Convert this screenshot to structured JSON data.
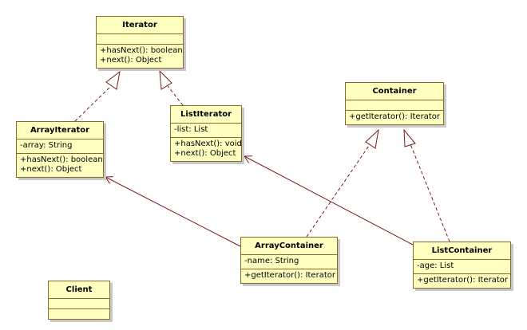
{
  "classes": {
    "iterator": {
      "name": "Iterator",
      "attributes": [],
      "methods": [
        "+hasNext(): boolean",
        "+next(): Object"
      ]
    },
    "array_iterator": {
      "name": "ArrayIterator",
      "attributes": [
        "-array: String"
      ],
      "methods": [
        "+hasNext(): boolean",
        "+next(): Object"
      ]
    },
    "list_iterator": {
      "name": "ListIterator",
      "attributes": [
        "-list: List"
      ],
      "methods": [
        "+hasNext(): void",
        "+next(): Object"
      ]
    },
    "container": {
      "name": "Container",
      "attributes": [],
      "methods": [
        "+getIterator(): Iterator"
      ]
    },
    "array_container": {
      "name": "ArrayContainer",
      "attributes": [
        "-name: String"
      ],
      "methods": [
        "+getIterator(): Iterator"
      ]
    },
    "list_container": {
      "name": "ListContainer",
      "attributes": [
        "-age: List"
      ],
      "methods": [
        "+getIterator(): Iterator"
      ]
    },
    "client": {
      "name": "Client",
      "attributes": [],
      "methods": []
    }
  },
  "relations": [
    {
      "type": "realization",
      "from": "array_iterator",
      "to": "iterator"
    },
    {
      "type": "realization",
      "from": "list_iterator",
      "to": "iterator"
    },
    {
      "type": "realization",
      "from": "array_container",
      "to": "container"
    },
    {
      "type": "realization",
      "from": "list_container",
      "to": "container"
    },
    {
      "type": "association",
      "from": "array_container",
      "to": "array_iterator"
    },
    {
      "type": "association",
      "from": "list_container",
      "to": "list_iterator"
    }
  ],
  "colors": {
    "box_fill": "#ffffc0",
    "box_border": "#8a6a2a",
    "line": "#7a1a1a"
  }
}
